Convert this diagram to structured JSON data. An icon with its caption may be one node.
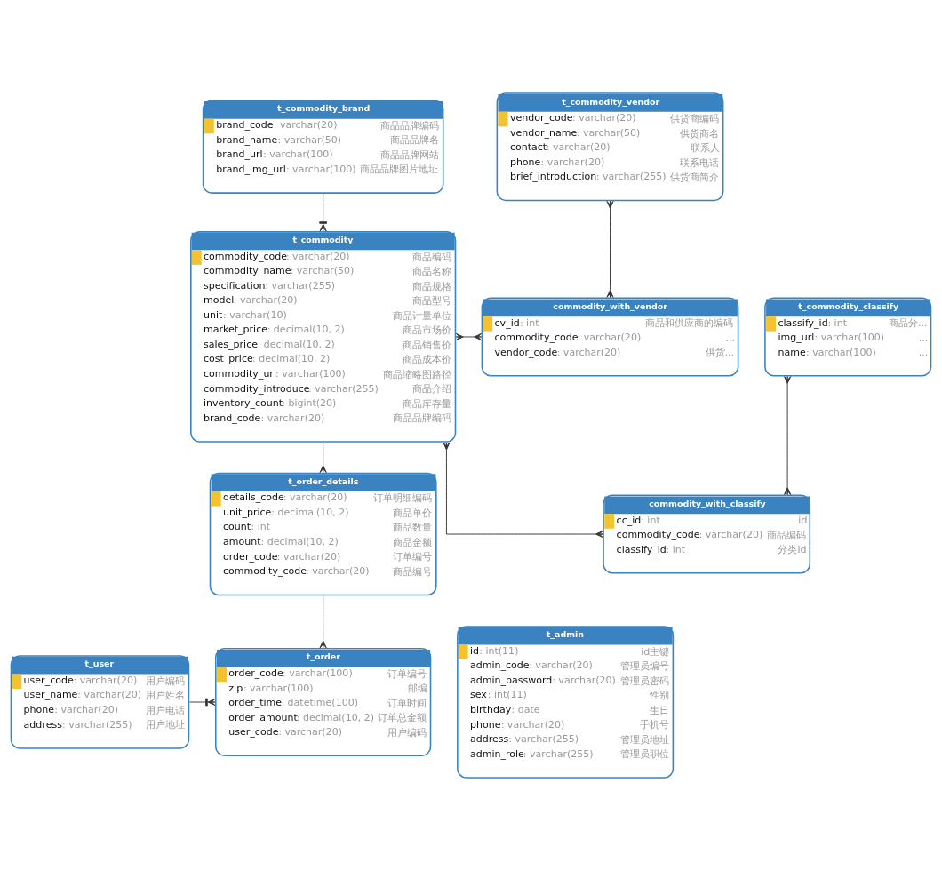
{
  "diagram": {
    "nodes": [
      {
        "text": [
          "t_commodity_brand",
          "brand_code: varchar(20)",
          "商品品牌编码",
          "brand_name: varchar(50)",
          "商品品牌名",
          "brand_url: varchar(100)",
          "商品品牌网站",
          "brand_img_url: varchar(100)",
          "商品品牌图片地址"
        ]
      },
      {
        "text": [
          "t_commodity_vendor",
          "vendor_code: varchar(20)",
          "供货商编码",
          "vendor_name: varchar(50)",
          "供货商名",
          "contact: varchar(20)",
          "联系人",
          "phone: varchar(20)",
          "联系电话",
          "brief_introduction: varchar(255)",
          "供货商简介"
        ]
      },
      {
        "text": [
          "t_commodity",
          "commodity_code: varchar(20)",
          "商品编码",
          "commodity_name: varchar(50)",
          "商品名称",
          "specification: varchar(255)",
          "商品规格",
          "model: varchar(20)",
          "商品型号",
          "unit: varchar(10)",
          "商品计量单位",
          "market_price: decimal(10, 2)",
          "商品市场价",
          "sales_price: decimal(10, 2)",
          "商品销售价",
          "cost_price: decimal(10, 2)",
          "商品成本价",
          "commodity_url: varchar(100)",
          "商品缩略图路径",
          "commodity_introduce: varchar(255)",
          "商品介绍",
          "inventory_count: bigint(20)",
          "商品库存量",
          "brand_code: varchar(20)",
          "商品品牌编码"
        ]
      },
      {
        "text": [
          "commodity_with_vendor",
          "cv_id: int",
          "商品和供应商的编码",
          "commodity_code: varchar(20)",
          "...",
          "vendor_code: varchar(20)",
          "供货..."
        ]
      },
      {
        "text": [
          "t_commodity_classify",
          "classify_id: int",
          "商品分...",
          "img_url: varchar(100)",
          "...",
          "name: varchar(100)",
          "..."
        ]
      },
      {
        "text": [
          "t_order_details",
          "details_code: varchar(20)",
          "订单明细编码",
          "unit_price: decimal(10, 2)",
          "商品单价",
          "count: int",
          "商品数量",
          "amount: decimal(10, 2)",
          "商品金额",
          "order_code: varchar(20)",
          "订单编号",
          "commodity_code: varchar(20)",
          "商品编号"
        ]
      },
      {
        "text": [
          "commodity_with_classify",
          "cc_id: int",
          "id",
          "commodity_code: varchar(20)",
          "商品编码",
          "classify_id: int",
          "分类id"
        ]
      },
      {
        "text": [
          "t_admin",
          "id: int(11)",
          "id主键",
          "admin_code: varchar(20)",
          "管理员编号",
          "admin_password: varchar(20)",
          "管理员密码",
          "sex: int(11)",
          "性别",
          "birthday: date",
          "生日",
          "phone: varchar(20)",
          "手机号",
          "address: varchar(255)",
          "管理员地址",
          "admin_role: varchar(255)",
          "管理员职位"
        ]
      },
      {
        "text": [
          "t_user",
          "user_code: varchar(20)",
          "用户编码",
          "user_name: varchar(20)",
          "用户姓名",
          "phone: varchar(20)",
          "用户电话",
          "address: varchar(255)",
          "用户地址"
        ]
      },
      {
        "text": [
          "t_order",
          "order_code: varchar(100)",
          "订单编号",
          "zip: varchar(100)",
          "邮编",
          "order_time: datetime(100)",
          "订单时间",
          "order_amount: decimal(10, 2)",
          "订单总金额",
          "user_code: varchar(20)",
          "用户编码"
        ]
      }
    ],
    "edges": [
      {
        "from": 0,
        "to": 2,
        "arrow": "other"
      },
      {
        "from": 1,
        "to": 3,
        "arrow": "other"
      },
      {
        "from": 2,
        "to": 3,
        "arrow": "other"
      },
      {
        "from": 2,
        "to": 6,
        "arrow": "other"
      },
      {
        "from": 4,
        "to": 6,
        "arrow": "other"
      },
      {
        "from": 2,
        "to": 5,
        "arrow": "other"
      },
      {
        "from": 5,
        "to": 9,
        "arrow": "other"
      },
      {
        "from": 8,
        "to": 9,
        "arrow": "other"
      }
    ]
  }
}
